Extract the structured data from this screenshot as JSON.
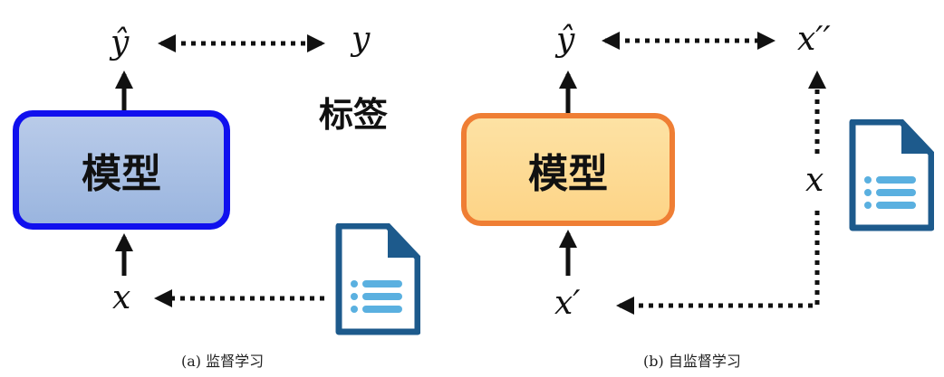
{
  "panel_a": {
    "y_hat": "ŷ",
    "y": "y",
    "label_text": "标签",
    "model": "模型",
    "x": "x",
    "caption": "(a) 监督学习"
  },
  "panel_b": {
    "y_hat": "ŷ",
    "x_double_prime": "x′′",
    "x_mid": "x",
    "model": "模型",
    "x_prime": "x′",
    "caption": "(b) 自监督学习"
  },
  "icons": {
    "document": "document-icon"
  },
  "colors": {
    "model_a_border": "#1010ee",
    "model_a_fill": "#a8bfe4",
    "model_b_border": "#ef7e34",
    "model_b_fill": "#fdd68c",
    "doc_icon": "#1d5a8c",
    "doc_lines": "#5ab0e0"
  }
}
